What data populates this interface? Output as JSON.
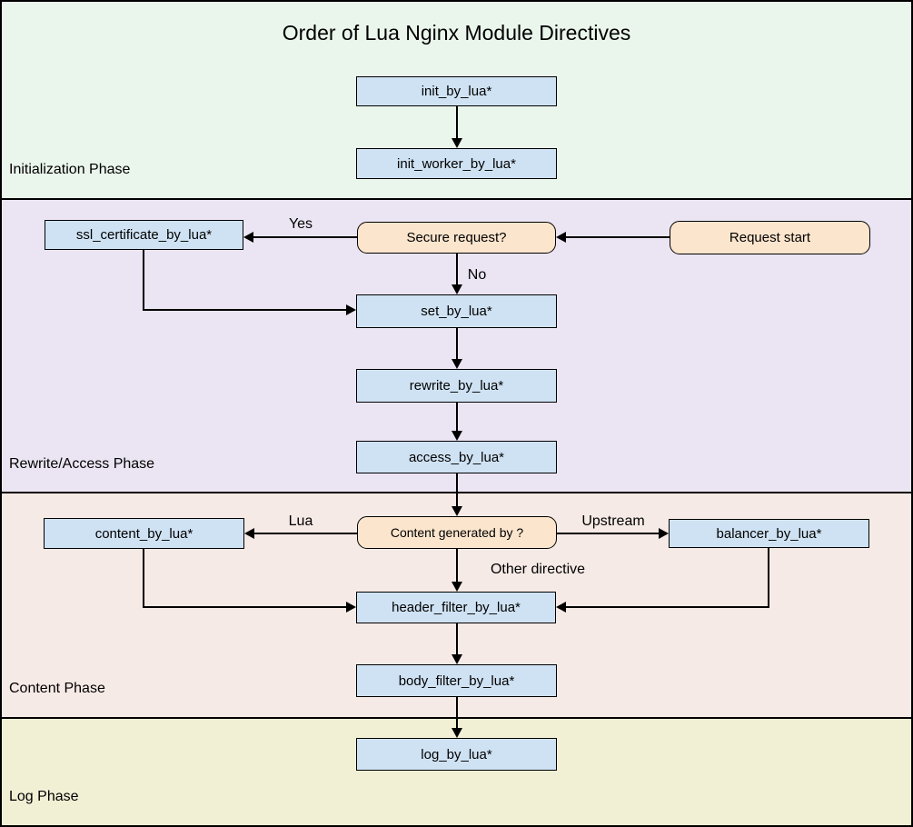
{
  "title": "Order of Lua Nginx Module Directives",
  "colors": {
    "phase_init_bg": "#eaf5ec",
    "phase_rewrite_bg": "#ebe5f3",
    "phase_content_bg": "#f6eae6",
    "phase_log_bg": "#f1f0d5",
    "directive_fill": "#cfe2f3",
    "decision_fill": "#fce5cd",
    "border_color": "#000000",
    "text_color": "#000000"
  },
  "phases": [
    {
      "name": "initialization",
      "label": "Initialization Phase"
    },
    {
      "name": "rewrite-access",
      "label": "Rewrite/Access Phase"
    },
    {
      "name": "content",
      "label": "Content Phase"
    },
    {
      "name": "log",
      "label": "Log Phase"
    }
  ],
  "nodes": {
    "init_by_lua": "init_by_lua*",
    "init_worker_by_lua": "init_worker_by_lua*",
    "ssl_certificate_by_lua": "ssl_certificate_by_lua*",
    "secure_request": "Secure request?",
    "request_start": "Request start",
    "set_by_lua": "set_by_lua*",
    "rewrite_by_lua": "rewrite_by_lua*",
    "access_by_lua": "access_by_lua*",
    "content_by_lua": "content_by_lua*",
    "content_generated_by": "Content generated by ?",
    "balancer_by_lua": "balancer_by_lua*",
    "header_filter_by_lua": "header_filter_by_lua*",
    "body_filter_by_lua": "body_filter_by_lua*",
    "log_by_lua": "log_by_lua*"
  },
  "edge_labels": {
    "yes": "Yes",
    "no": "No",
    "lua": "Lua",
    "upstream": "Upstream",
    "other_directive": "Other directive"
  }
}
